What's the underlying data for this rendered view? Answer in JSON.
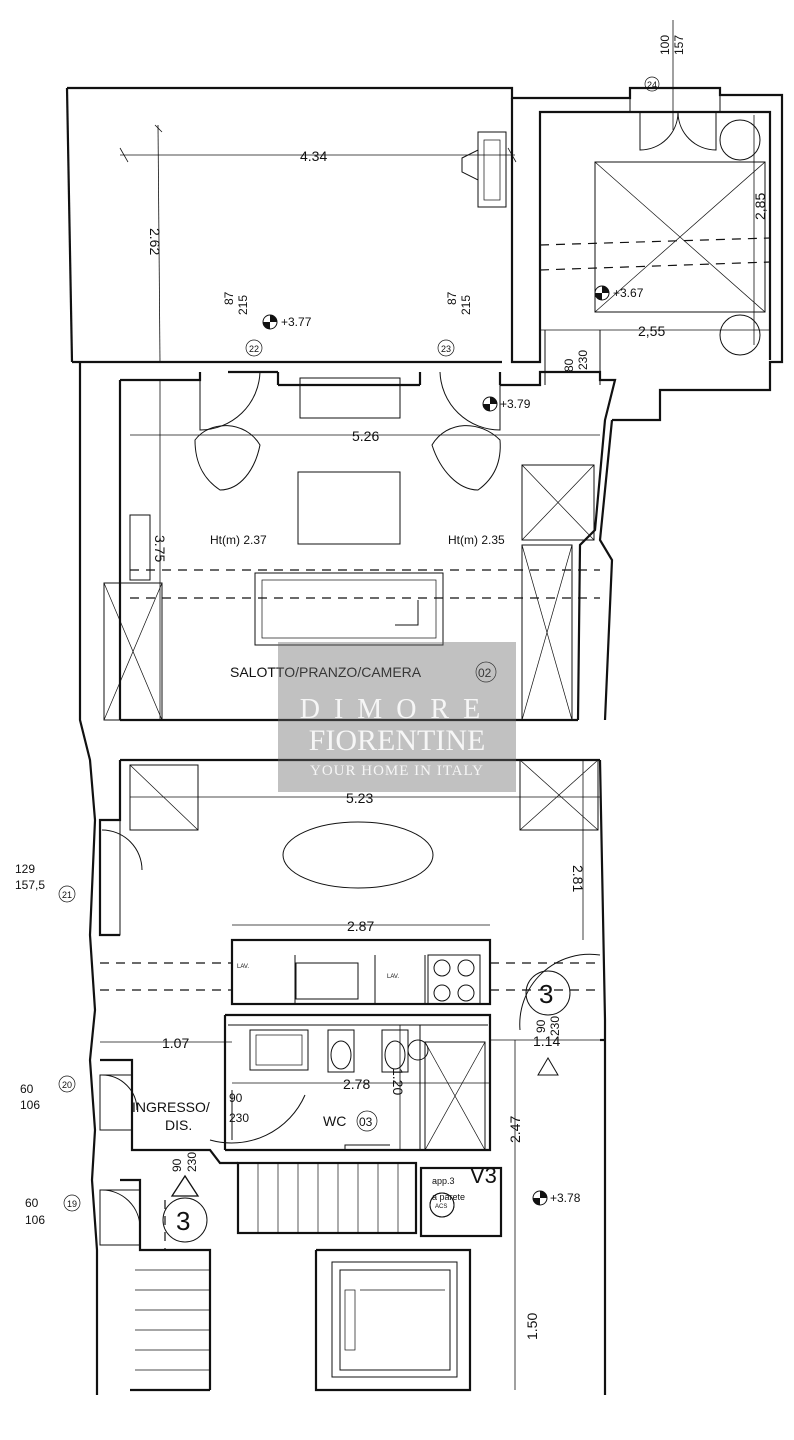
{
  "watermark": {
    "line1": "DIMORE",
    "line2": "FIORENTINE",
    "line3": "YOUR HOME IN ITALY"
  },
  "rooms": {
    "living": "SALOTTO/PRANZO/CAMERA",
    "living_num": "02",
    "entrance": "INGRESSO/",
    "entrance_sub": "DIS.",
    "wc": "WC",
    "wc_num": "03",
    "app_label": "app.3",
    "app_sub": "a parete",
    "v3": "V3",
    "acs": "ACS"
  },
  "heights": {
    "left": "Ht(m) 2.37",
    "right": "Ht(m) 2.35"
  },
  "levels": {
    "terrace": "+3.77",
    "bedroom": "+3.67",
    "living": "+3.79",
    "hall": "+3.78"
  },
  "dimensions": {
    "terrace_w": "4.34",
    "terrace_h": "2.62",
    "bedroom_h": "2,85",
    "bedroom_w": "2,55",
    "living_w": "5.26",
    "living_h": "3.75",
    "hall_w": "5.23",
    "hall_h": "2.81",
    "kitchen_w": "2.87",
    "wc_left": "1.07",
    "wc_w": "2.78",
    "wc_right": "1.14",
    "wc_h": "1.20",
    "corridor_h": "2.47",
    "lift_h": "1.50"
  },
  "openings": {
    "o24_a": "100",
    "o24_b": "157",
    "o22_a": "87",
    "o22_b": "215",
    "o23_a": "87",
    "o23_b": "215",
    "door_80": "80",
    "door_230": "230",
    "o21_a": "129",
    "o21_b": "157,5",
    "o20_a": "60",
    "o20_b": "106",
    "o19_a": "60",
    "o19_b": "106",
    "d_wc_a": "90",
    "d_wc_b": "230",
    "d_ing_a": "90",
    "d_ing_b": "230",
    "d_r_a": "90",
    "d_r_b": "230"
  },
  "markers": {
    "m24": "24",
    "m22": "22",
    "m23": "23",
    "m21": "21",
    "m20": "20",
    "m19": "19",
    "section_a": "3",
    "section_b": "3"
  },
  "fixtures": {
    "lav1": "LAV.",
    "lav2": "LAV."
  }
}
